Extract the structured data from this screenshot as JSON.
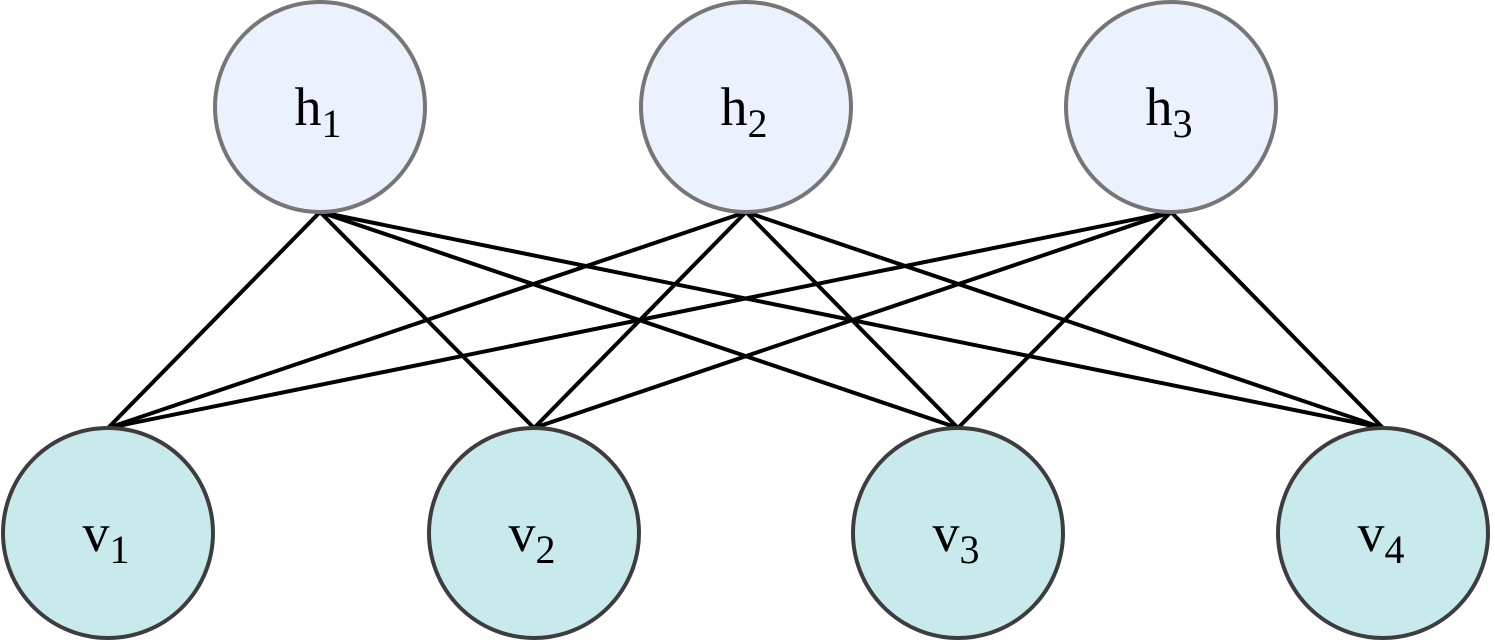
{
  "colors": {
    "hidden_fill": "#ebf2fd",
    "visible_fill": "#c8eaed",
    "hidden_stroke": "#767676",
    "visible_stroke": "#3d3d3d",
    "edge": "#000000"
  },
  "hidden_nodes": [
    {
      "id": "h1",
      "letter": "h",
      "sub": "1"
    },
    {
      "id": "h2",
      "letter": "h",
      "sub": "2"
    },
    {
      "id": "h3",
      "letter": "h",
      "sub": "3"
    }
  ],
  "visible_nodes": [
    {
      "id": "v1",
      "letter": "v",
      "sub": "1"
    },
    {
      "id": "v2",
      "letter": "v",
      "sub": "2"
    },
    {
      "id": "v3",
      "letter": "v",
      "sub": "3"
    },
    {
      "id": "v4",
      "letter": "v",
      "sub": "4"
    }
  ],
  "edges": [
    [
      "h1",
      "v1"
    ],
    [
      "h1",
      "v2"
    ],
    [
      "h1",
      "v3"
    ],
    [
      "h1",
      "v4"
    ],
    [
      "h2",
      "v1"
    ],
    [
      "h2",
      "v2"
    ],
    [
      "h2",
      "v3"
    ],
    [
      "h2",
      "v4"
    ],
    [
      "h3",
      "v1"
    ],
    [
      "h3",
      "v2"
    ],
    [
      "h3",
      "v3"
    ],
    [
      "h3",
      "v4"
    ]
  ]
}
